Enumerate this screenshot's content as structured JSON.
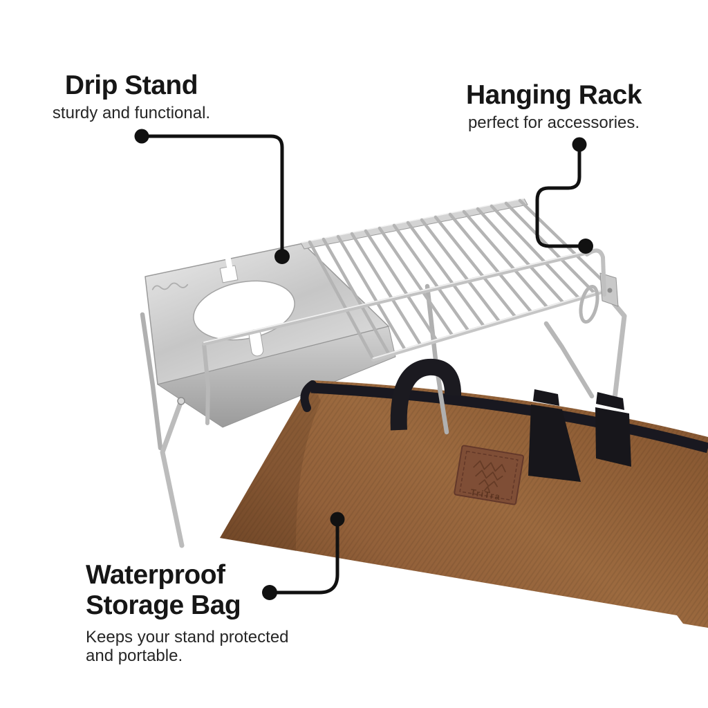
{
  "annotations": {
    "drip_stand": {
      "title": "Drip Stand",
      "subtitle": "sturdy and functional."
    },
    "hanging_rack": {
      "title": "Hanging Rack",
      "subtitle": "perfect for accessories."
    },
    "storage_bag": {
      "title_line1": "Waterproof",
      "title_line2": "Storage Bag",
      "subtitle_line1": "Keeps your stand protected",
      "subtitle_line2": "and portable."
    }
  },
  "product": {
    "patch_text": "TriTra"
  },
  "colors": {
    "background": "#ffffff",
    "text": "#161616",
    "callout": "#111111",
    "steel": "#c9c9c9",
    "steel_dark": "#8f8f8f",
    "bag_brown": "#96653c",
    "bag_brown_dark": "#6f4626",
    "strap_black": "#1a191d",
    "patch_brown": "#7f4e36"
  }
}
